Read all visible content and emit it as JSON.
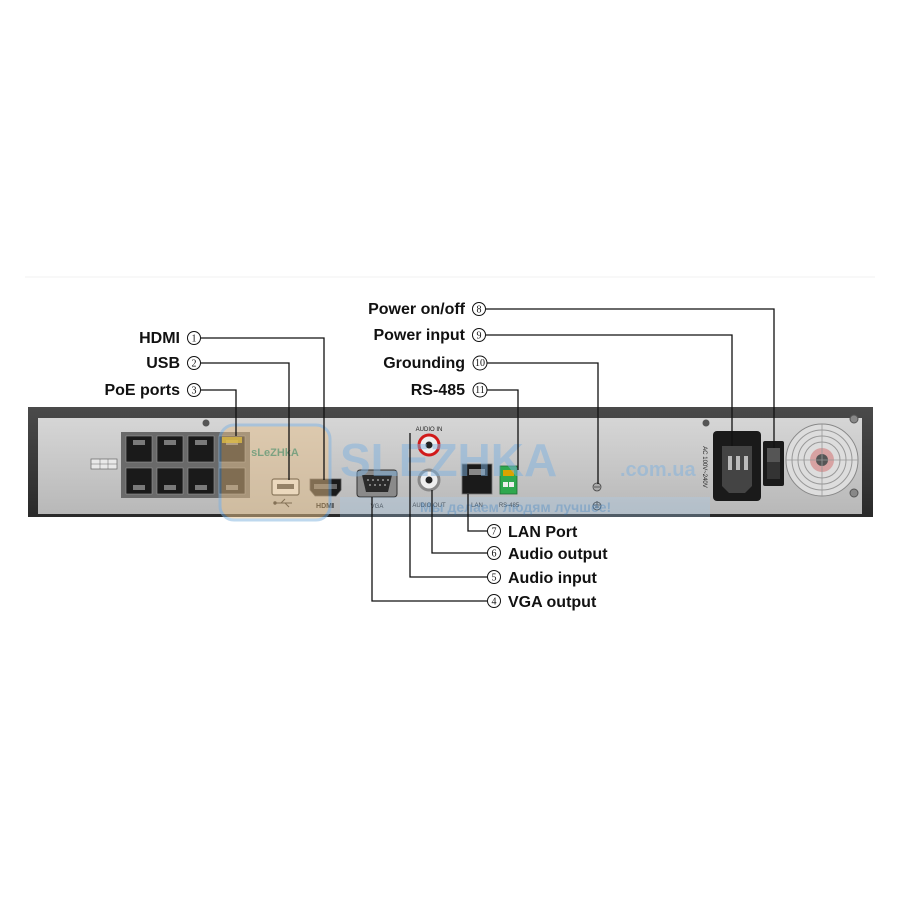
{
  "callouts": [
    {
      "num": "1",
      "label": "HDMI"
    },
    {
      "num": "2",
      "label": "USB"
    },
    {
      "num": "3",
      "label": "PoE ports"
    },
    {
      "num": "4",
      "label": "VGA output"
    },
    {
      "num": "5",
      "label": "Audio input"
    },
    {
      "num": "6",
      "label": "Audio output"
    },
    {
      "num": "7",
      "label": "LAN Port"
    },
    {
      "num": "8",
      "label": "Power on/off"
    },
    {
      "num": "9",
      "label": "Power input"
    },
    {
      "num": "10",
      "label": "Grounding"
    },
    {
      "num": "11",
      "label": "RS-485"
    }
  ],
  "panel_labels": {
    "hdmi": "HDMI",
    "vga": "VGA",
    "audio_in": "AUDIO IN",
    "audio_out": "AUDIO OUT",
    "lan": "LAN",
    "rs485": "RS-485",
    "power_rating": "AC 100V~240V"
  },
  "watermark": {
    "brand": "SLEZHKA",
    "domain": ".com.ua",
    "tagline": "Мы делаем людям лучшее!",
    "logo_text": "sLeZHkA"
  },
  "colors": {
    "chassis": "#3a3a3a",
    "panel": "#c9c9c9",
    "watermark": "#7fb2df",
    "rs485_terminal": "#2fa84f",
    "audio_in_ring": "#d11a1a"
  }
}
